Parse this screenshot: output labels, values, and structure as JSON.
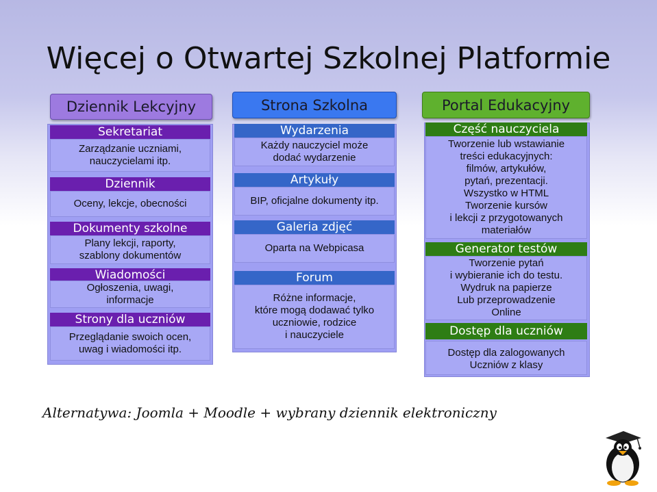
{
  "title": "Więcej o Otwartej Szkolnej Platformie",
  "columns": [
    {
      "header": "Dziennik Lekcyjny",
      "sections": [
        {
          "title": "Sekretariat",
          "lines": [
            "Zarządzanie uczniami,",
            "nauczycielami itp."
          ]
        },
        {
          "title": "Dziennik",
          "lines": [
            "Oceny, lekcje, obecności"
          ]
        },
        {
          "title": "Dokumenty szkolne",
          "lines": [
            "Plany lekcji, raporty,",
            "szablony dokumentów"
          ]
        },
        {
          "title": "Wiadomości",
          "lines": [
            "Ogłoszenia, uwagi,",
            "informacje"
          ]
        },
        {
          "title": "Strony dla uczniów",
          "lines": [
            "Przeglądanie swoich ocen,",
            "uwag i wiadomości itp."
          ]
        }
      ]
    },
    {
      "header": "Strona Szkolna",
      "sections": [
        {
          "title": "Wydarzenia",
          "lines": [
            "Każdy nauczyciel może",
            "dodać wydarzenie"
          ]
        },
        {
          "title": "Artykuły",
          "lines": [
            "BIP, oficjalne dokumenty itp."
          ]
        },
        {
          "title": "Galeria zdjęć",
          "lines": [
            "Oparta na Webpicasa"
          ]
        },
        {
          "title": "Forum",
          "lines": [
            "Różne informacje,",
            "które mogą dodawać tylko",
            "uczniowie, rodzice",
            "i nauczyciele"
          ]
        }
      ]
    },
    {
      "header": "Portal Edukacyjny",
      "sections": [
        {
          "title": "Część nauczyciela",
          "lines": [
            "Tworzenie lub wstawianie",
            "treści edukacyjnych:",
            "filmów, artykułów,",
            "pytań, prezentacji.",
            "Wszystko w HTML",
            "Tworzenie kursów",
            "i lekcji z przygotowanych",
            "materiałów"
          ]
        },
        {
          "title": "Generator testów",
          "lines": [
            "Tworzenie pytań",
            "i wybieranie ich do testu.",
            "Wydruk na papierze",
            "Lub przeprowadzenie",
            "Online"
          ]
        },
        {
          "title": "Dostęp dla uczniów",
          "lines": [
            "Dostęp dla zalogowanych",
            "Uczniów z klasy"
          ]
        }
      ]
    }
  ],
  "footer": "Alternatywa: Joomla + Moodle + wybrany dziennik elektroniczny",
  "colors": {
    "col1_header": "#9d7ae0",
    "col2_header": "#3a78f0",
    "col3_header": "#5fb12e",
    "col1_section": "#6a1fae",
    "col2_section": "#3566c8",
    "col3_section": "#2e7d14",
    "box": "#a8a8f5"
  },
  "icons": {
    "logo": "penguin-graduate-icon"
  }
}
